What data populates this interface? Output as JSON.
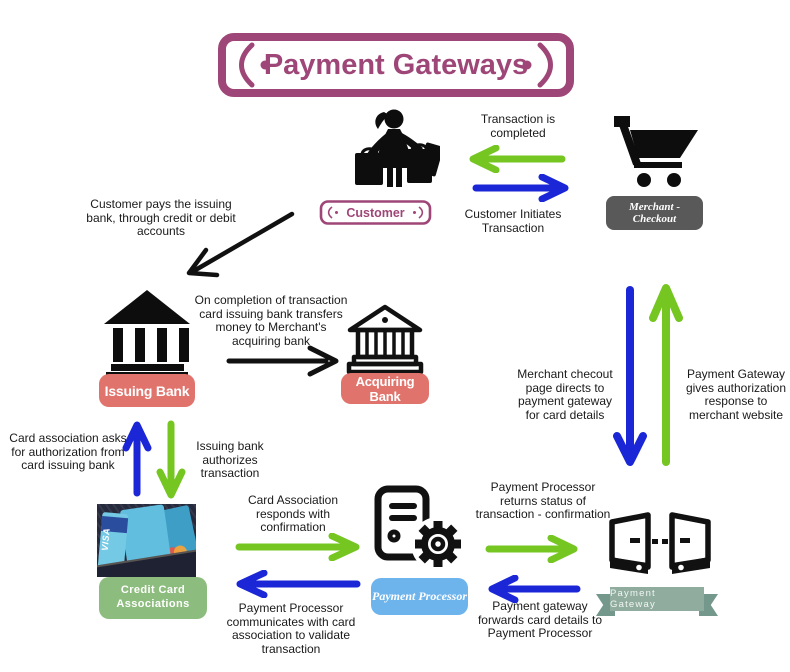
{
  "title": {
    "text": "Payment Gateways"
  },
  "colors": {
    "accent_purple": "#9e4677",
    "arrow_green": "#76c622",
    "arrow_blue": "#1b27d6",
    "arrow_black": "#111111",
    "label_red": "#e0736c",
    "label_gray": "#595959",
    "label_blue": "#6db3ec",
    "label_green": "#8dbd7e",
    "ribbon_teal": "#8fac9f"
  },
  "nodes": {
    "customer": {
      "label": "Customer"
    },
    "merchant_checkout": {
      "label": "Merchant - Checkout"
    },
    "issuing_bank": {
      "label": "Issuing Bank"
    },
    "acquiring_bank": {
      "label": "Acquiring Bank"
    },
    "credit_card_associations": {
      "label": "Credit Card Associations",
      "card_brand": "VISA"
    },
    "payment_processor": {
      "label": "Payment Processor"
    },
    "payment_gateway": {
      "label": "Payment Gateway"
    }
  },
  "annotations": {
    "transaction_completed": "Transaction is completed",
    "customer_initiates": "Customer Initiates Transaction",
    "customer_pays": "Customer pays the issuing bank, through credit or debit accounts",
    "issuing_transfers": "On completion of transaction card issuing bank transfers money to Merchant's acquiring bank",
    "checkout_directs": "Merchant checout page directs to payment gateway for card details",
    "gateway_gives_auth": "Payment Gateway gives authorization response to merchant website",
    "card_assoc_asks": "Card association asks for authorization from card issuing bank",
    "issuing_authorizes": "Issuing bank authorizes transaction",
    "card_assoc_responds": "Card Association responds with confirmation",
    "processor_communicates": "Payment Processor communicates with card association to validate transaction",
    "processor_returns": "Payment Processor returns status of transaction - confirmation",
    "gateway_forwards": "Payment gateway forwards card details to Payment Processor"
  }
}
